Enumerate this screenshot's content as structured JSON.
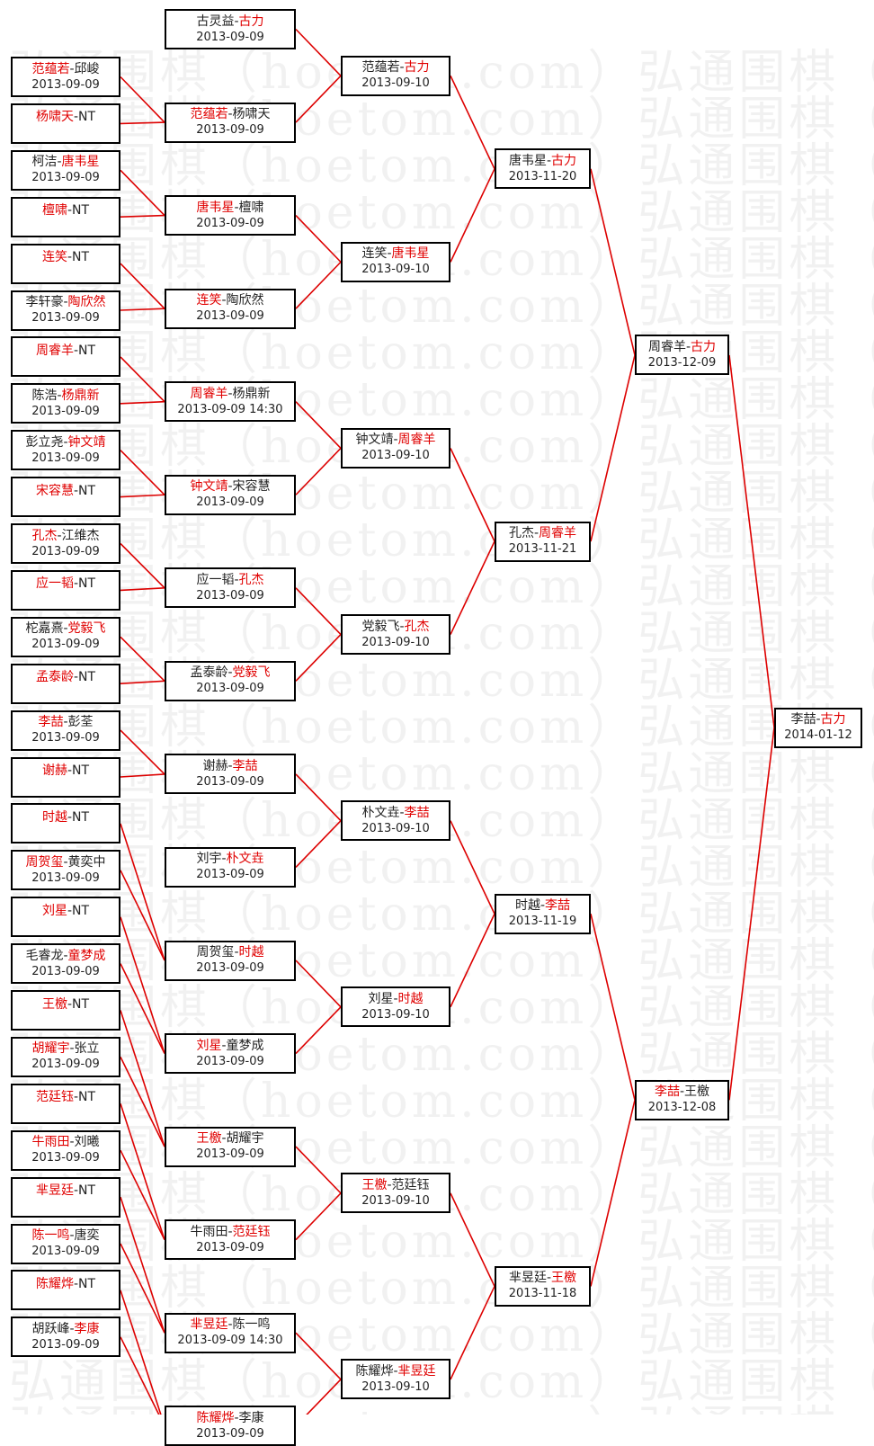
{
  "watermark": "弘通围棋（hoetom.com）弘通围棋（h",
  "colors": {
    "winner": "#e00000",
    "line": "#dd0000",
    "text": "#222222"
  },
  "rounds": [
    {
      "name": "r0",
      "matches": [
        {
          "p1": "范蕴若",
          "p2": "邱峻",
          "winner": 1,
          "date": "2013-09-09"
        },
        {
          "p1": "杨啸天",
          "p2": "NT",
          "winner": 1,
          "date": ""
        },
        {
          "p1": "柯洁",
          "p2": "唐韦星",
          "winner": 2,
          "date": "2013-09-09"
        },
        {
          "p1": "檀啸",
          "p2": "NT",
          "winner": 1,
          "date": ""
        },
        {
          "p1": "连笑",
          "p2": "NT",
          "winner": 1,
          "date": ""
        },
        {
          "p1": "李轩豪",
          "p2": "陶欣然",
          "winner": 2,
          "date": "2013-09-09"
        },
        {
          "p1": "周睿羊",
          "p2": "NT",
          "winner": 1,
          "date": ""
        },
        {
          "p1": "陈浩",
          "p2": "杨鼎新",
          "winner": 2,
          "date": "2013-09-09"
        },
        {
          "p1": "彭立尧",
          "p2": "钟文靖",
          "winner": 2,
          "date": "2013-09-09"
        },
        {
          "p1": "宋容慧",
          "p2": "NT",
          "winner": 1,
          "date": ""
        },
        {
          "p1": "孔杰",
          "p2": "江维杰",
          "winner": 1,
          "date": "2013-09-09"
        },
        {
          "p1": "应一韬",
          "p2": "NT",
          "winner": 1,
          "date": ""
        },
        {
          "p1": "柁嘉熹",
          "p2": "党毅飞",
          "winner": 2,
          "date": "2013-09-09"
        },
        {
          "p1": "孟泰龄",
          "p2": "NT",
          "winner": 1,
          "date": ""
        },
        {
          "p1": "李喆",
          "p2": "彭荃",
          "winner": 1,
          "date": "2013-09-09"
        },
        {
          "p1": "谢赫",
          "p2": "NT",
          "winner": 1,
          "date": ""
        },
        {
          "p1": "时越",
          "p2": "NT",
          "winner": 1,
          "date": ""
        },
        {
          "p1": "周贺玺",
          "p2": "黄奕中",
          "winner": 1,
          "date": "2013-09-09"
        },
        {
          "p1": "刘星",
          "p2": "NT",
          "winner": 1,
          "date": ""
        },
        {
          "p1": "毛睿龙",
          "p2": "童梦成",
          "winner": 2,
          "date": "2013-09-09"
        },
        {
          "p1": "王檄",
          "p2": "NT",
          "winner": 1,
          "date": ""
        },
        {
          "p1": "胡耀宇",
          "p2": "张立",
          "winner": 1,
          "date": "2013-09-09"
        },
        {
          "p1": "范廷钰",
          "p2": "NT",
          "winner": 1,
          "date": ""
        },
        {
          "p1": "牛雨田",
          "p2": "刘曦",
          "winner": 1,
          "date": "2013-09-09"
        },
        {
          "p1": "芈昱廷",
          "p2": "NT",
          "winner": 1,
          "date": ""
        },
        {
          "p1": "陈一鸣",
          "p2": "唐奕",
          "winner": 1,
          "date": "2013-09-09"
        },
        {
          "p1": "陈耀烨",
          "p2": "NT",
          "winner": 1,
          "date": ""
        },
        {
          "p1": "胡跃峰",
          "p2": "李康",
          "winner": 2,
          "date": "2013-09-09"
        }
      ]
    },
    {
      "name": "r1",
      "matches": [
        {
          "p1": "古灵益",
          "p2": "古力",
          "winner": 2,
          "date": "2013-09-09"
        },
        {
          "p1": "范蕴若",
          "p2": "杨啸天",
          "winner": 1,
          "date": "2013-09-09"
        },
        {
          "p1": "唐韦星",
          "p2": "檀啸",
          "winner": 1,
          "date": "2013-09-09"
        },
        {
          "p1": "连笑",
          "p2": "陶欣然",
          "winner": 1,
          "date": "2013-09-09"
        },
        {
          "p1": "周睿羊",
          "p2": "杨鼎新",
          "winner": 1,
          "date": "2013-09-09 14:30"
        },
        {
          "p1": "钟文靖",
          "p2": "宋容慧",
          "winner": 1,
          "date": "2013-09-09"
        },
        {
          "p1": "应一韬",
          "p2": "孔杰",
          "winner": 2,
          "date": "2013-09-09"
        },
        {
          "p1": "孟泰龄",
          "p2": "党毅飞",
          "winner": 2,
          "date": "2013-09-09"
        },
        {
          "p1": "谢赫",
          "p2": "李喆",
          "winner": 2,
          "date": "2013-09-09"
        },
        {
          "p1": "刘宇",
          "p2": "朴文垚",
          "winner": 2,
          "date": "2013-09-09"
        },
        {
          "p1": "周贺玺",
          "p2": "时越",
          "winner": 2,
          "date": "2013-09-09"
        },
        {
          "p1": "刘星",
          "p2": "童梦成",
          "winner": 1,
          "date": "2013-09-09"
        },
        {
          "p1": "王檄",
          "p2": "胡耀宇",
          "winner": 1,
          "date": "2013-09-09"
        },
        {
          "p1": "牛雨田",
          "p2": "范廷钰",
          "winner": 2,
          "date": "2013-09-09"
        },
        {
          "p1": "芈昱廷",
          "p2": "陈一鸣",
          "winner": 1,
          "date": "2013-09-09 14:30"
        },
        {
          "p1": "陈耀烨",
          "p2": "李康",
          "winner": 1,
          "date": "2013-09-09"
        }
      ]
    },
    {
      "name": "r2",
      "matches": [
        {
          "p1": "范蕴若",
          "p2": "古力",
          "winner": 2,
          "date": "2013-09-10"
        },
        {
          "p1": "连笑",
          "p2": "唐韦星",
          "winner": 2,
          "date": "2013-09-10"
        },
        {
          "p1": "钟文靖",
          "p2": "周睿羊",
          "winner": 2,
          "date": "2013-09-10"
        },
        {
          "p1": "党毅飞",
          "p2": "孔杰",
          "winner": 2,
          "date": "2013-09-10"
        },
        {
          "p1": "朴文垚",
          "p2": "李喆",
          "winner": 2,
          "date": "2013-09-10"
        },
        {
          "p1": "刘星",
          "p2": "时越",
          "winner": 2,
          "date": "2013-09-10"
        },
        {
          "p1": "王檄",
          "p2": "范廷钰",
          "winner": 1,
          "date": "2013-09-10"
        },
        {
          "p1": "陈耀烨",
          "p2": "芈昱廷",
          "winner": 2,
          "date": "2013-09-10"
        }
      ]
    },
    {
      "name": "r3",
      "matches": [
        {
          "p1": "唐韦星",
          "p2": "古力",
          "winner": 2,
          "date": "2013-11-20"
        },
        {
          "p1": "孔杰",
          "p2": "周睿羊",
          "winner": 2,
          "date": "2013-11-21"
        },
        {
          "p1": "时越",
          "p2": "李喆",
          "winner": 2,
          "date": "2013-11-19"
        },
        {
          "p1": "芈昱廷",
          "p2": "王檄",
          "winner": 2,
          "date": "2013-11-18"
        }
      ]
    },
    {
      "name": "r4",
      "matches": [
        {
          "p1": "周睿羊",
          "p2": "古力",
          "winner": 2,
          "date": "2013-12-09"
        },
        {
          "p1": "李喆",
          "p2": "王檄",
          "winner": 1,
          "date": "2013-12-08"
        }
      ]
    },
    {
      "name": "r5",
      "matches": [
        {
          "p1": "李喆",
          "p2": "古力",
          "winner": 2,
          "date": "2014-01-12"
        }
      ]
    }
  ]
}
